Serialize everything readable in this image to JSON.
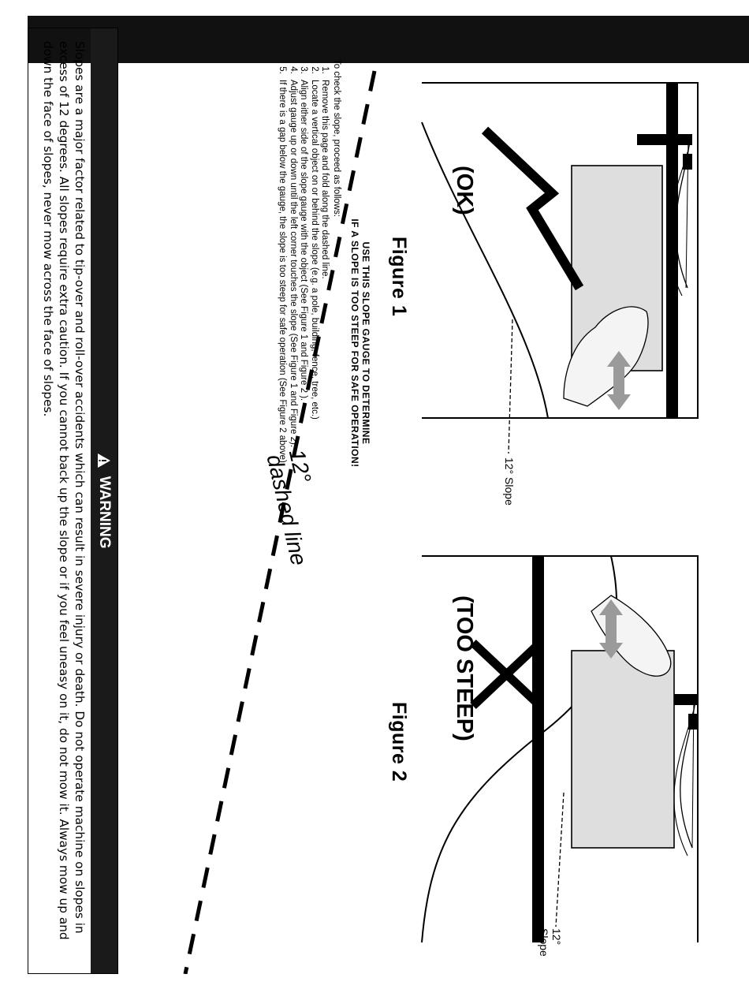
{
  "figure1": {
    "title": "Figure 1",
    "status": "(OK)",
    "slope_label": "12° Slope"
  },
  "figure2": {
    "title": "Figure 2",
    "status": "(TOO STEEP)",
    "slope_label": "12° Slope"
  },
  "dashed_line_label": {
    "line1": "12°",
    "line2": "dashed line"
  },
  "instructions": {
    "heading_line1": "USE THIS SLOPE GAUGE TO DETERMINE",
    "heading_line2": "IF A SLOPE IS TOO STEEP FOR SAFE OPERATION!",
    "intro": "To check the slope, proceed as follows:",
    "steps": [
      "Remove this page and fold along the dashed line.",
      "Locate a vertical object on or behind the slope (e.g. a pole, building, fence,  tree, etc.)",
      "Align either side of the slope gauge with the object (See Figure 1 and Figure 2 ).",
      "Adjust gauge up or down until the left corner touches the slope (See Figure 1 and Figure 2).",
      "If there is a gap below the gauge, the slope is too steep for safe operation (See Figure 2 above)."
    ]
  },
  "warning": {
    "icon": "warning-triangle-icon",
    "title": "WARNING",
    "text": "Slopes are a major factor related to tip-over and roll-over accidents which can result in severe injury or death. Do not operate machine on slopes in excess of 12 degrees. All slopes require extra caution. If you cannot back up the slope or if you feel uneasy on it, do not mow it. Always mow up and down the face of slopes, never mow across the face of slopes."
  },
  "colors": {
    "header_bar": "#111111",
    "gauge_fill": "#dedede",
    "arrow": "#9a9a9a"
  }
}
